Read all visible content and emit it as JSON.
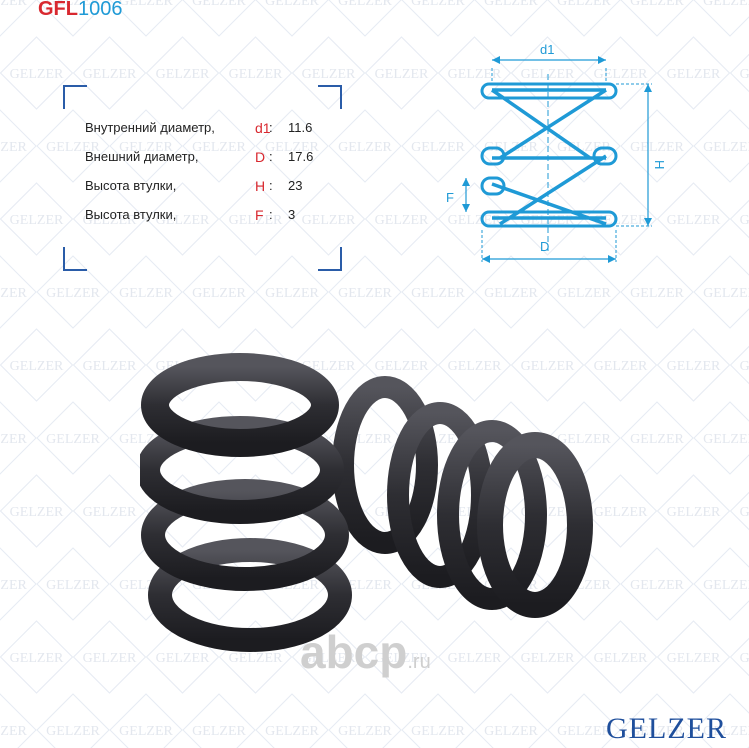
{
  "header": {
    "sku_prefix": "GFL",
    "sku_number": "1006"
  },
  "specs": [
    {
      "label": "Внутренний диаметр,",
      "symbol": "d1",
      "value": "11.6"
    },
    {
      "label": "Внешний диаметр,",
      "symbol": "D",
      "value": "17.6"
    },
    {
      "label": "Высота втулки,",
      "symbol": "H",
      "value": "23"
    },
    {
      "label": "Высота втулки,",
      "symbol": "F",
      "value": "3"
    }
  ],
  "spec_separator": ":",
  "diagram": {
    "d1_label": "d1",
    "D_label": "D",
    "H_label": "H",
    "F_label": "F"
  },
  "watermark": {
    "text": "GELZER"
  },
  "overlay_watermark": {
    "main": "abcp",
    "suffix": ".ru"
  },
  "brand": {
    "name": "GELZER"
  },
  "colors": {
    "accent_red": "#d8282f",
    "accent_blue": "#1f9ad6",
    "brand_blue": "#1f4f9c",
    "spring_dark": "#2e2e33"
  }
}
